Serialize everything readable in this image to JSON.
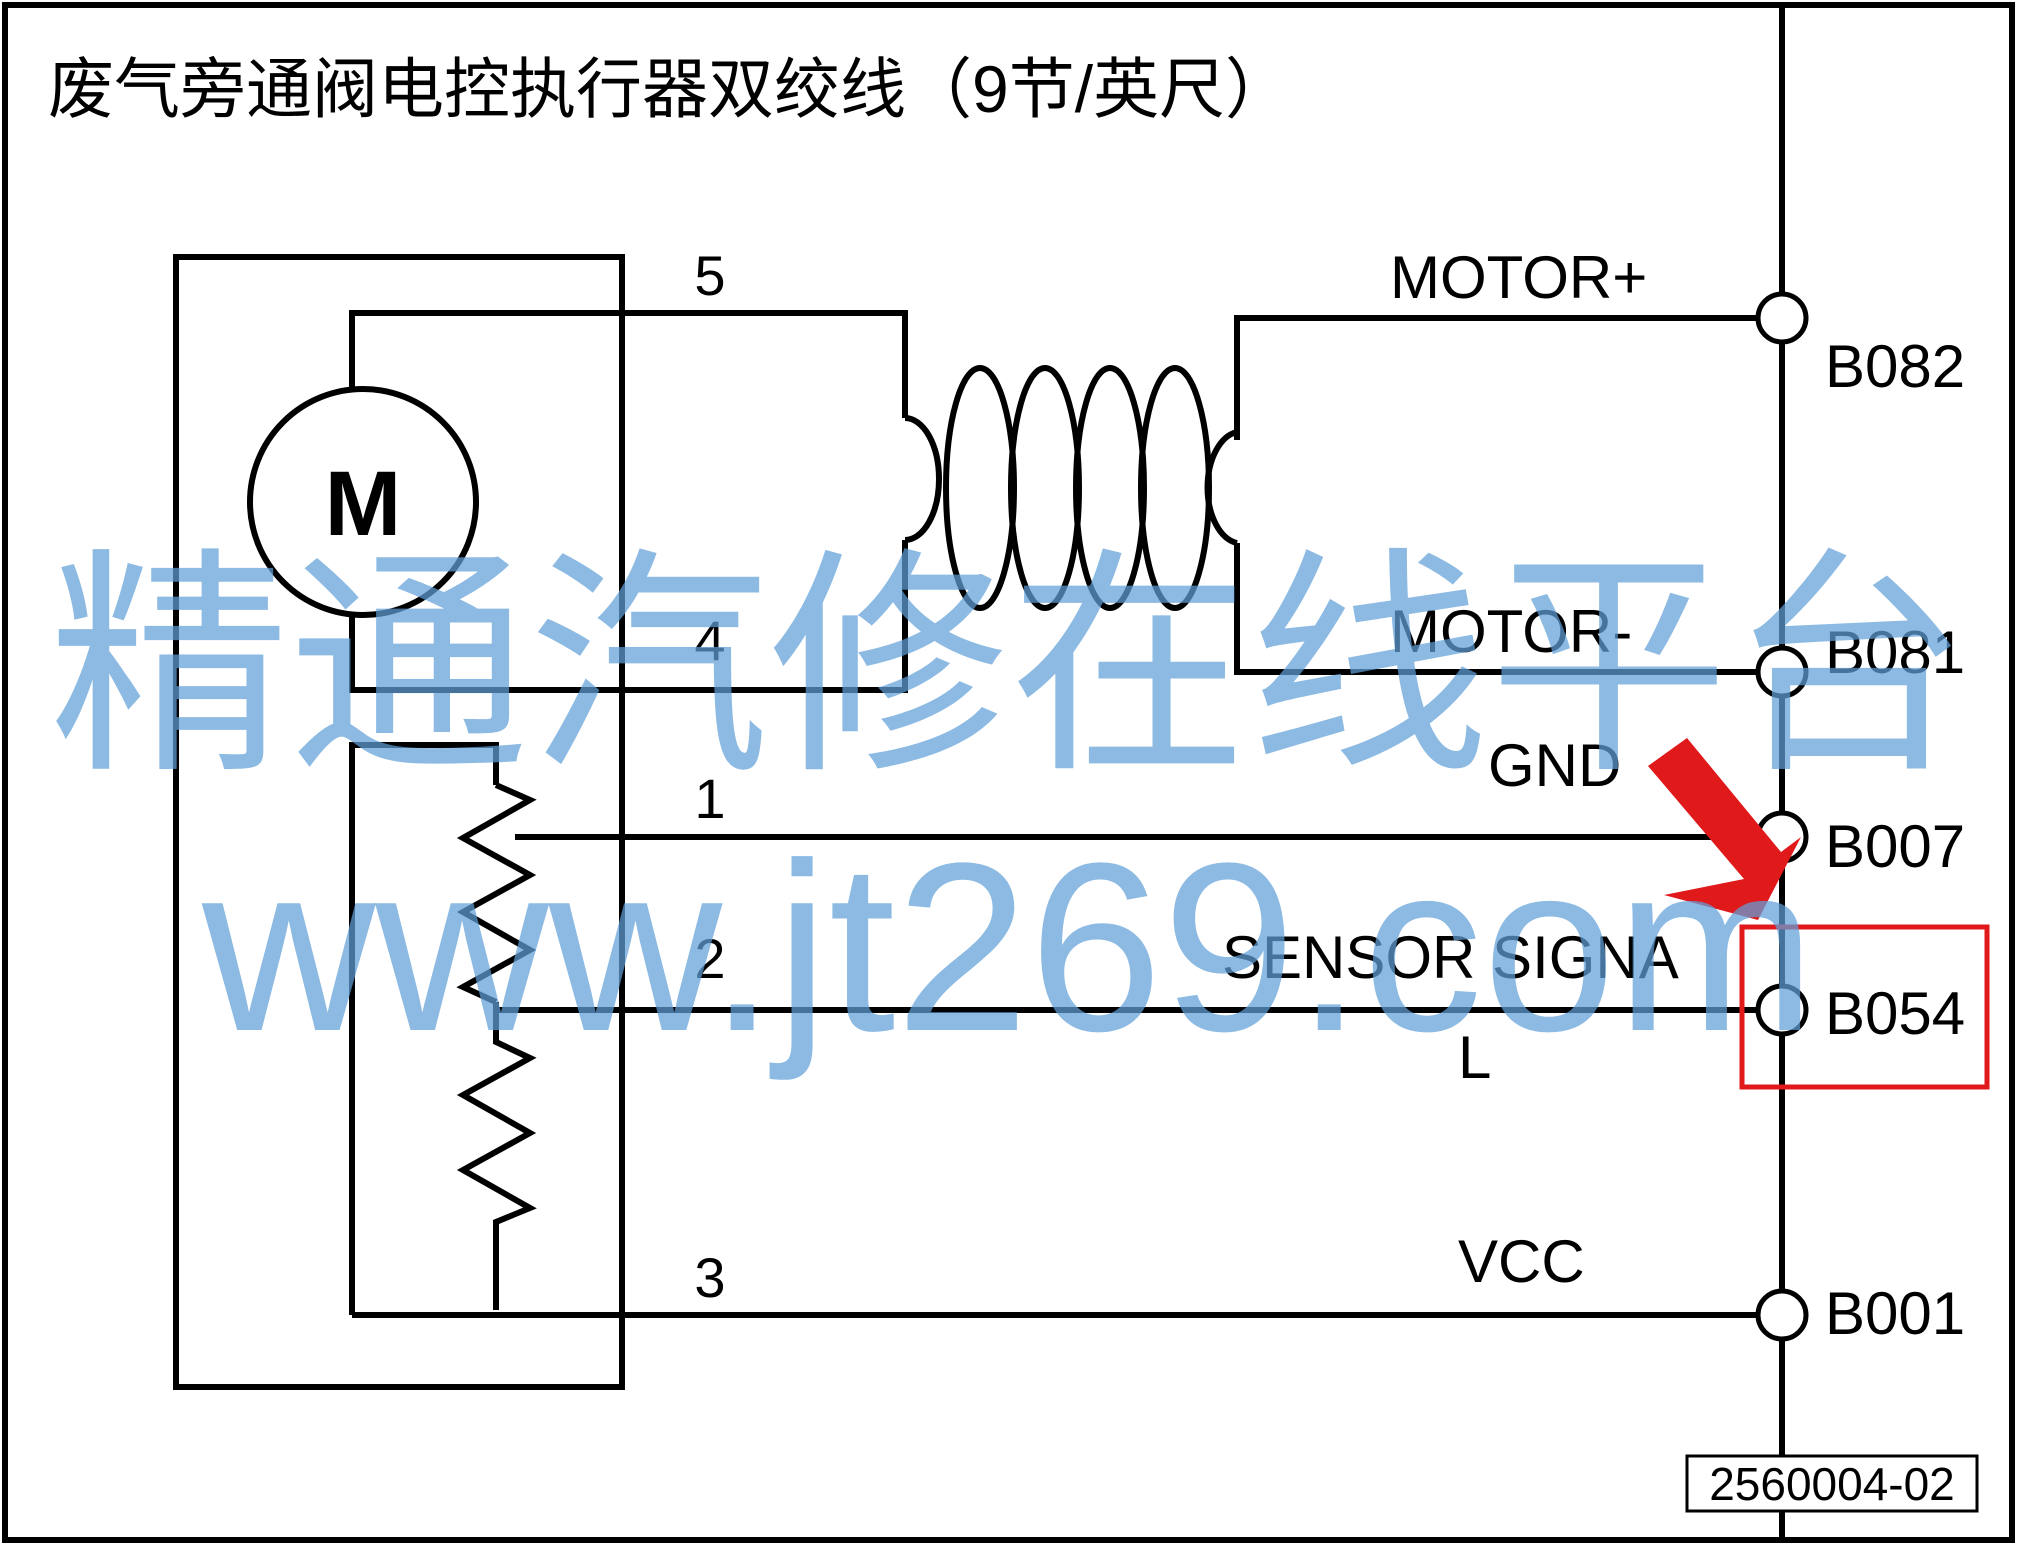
{
  "title": "废气旁通阀电控执行器双绞线（9节/英尺）",
  "motor_symbol": "M",
  "pin_numbers": {
    "p5": "5",
    "p4": "4",
    "p1": "1",
    "p2": "2",
    "p3": "3"
  },
  "signals": {
    "motor_plus": "MOTOR+",
    "motor_minus": "MOTOR-",
    "gnd": "GND",
    "sensor_signal_line1": "SENSOR SIGNA",
    "sensor_signal_line2": "L",
    "vcc": "VCC"
  },
  "connectors": {
    "b082": "B082",
    "b081": "B081",
    "b007": "B007",
    "b054": "B054",
    "b001": "B001"
  },
  "highlighted_connector": "B054",
  "figure_id": "2560004-02",
  "watermark": {
    "line1": "精通汽修在线平台",
    "line2": "www.jt269.com"
  },
  "colors": {
    "line": "#000000",
    "highlight": "#e0191b",
    "watermark": "#5f9fd8"
  }
}
